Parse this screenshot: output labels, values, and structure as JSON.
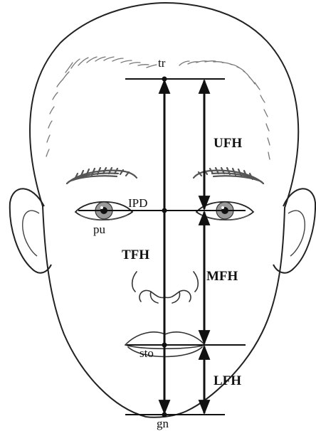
{
  "landmarks": {
    "tr": "tr",
    "ipd": "IPD",
    "pu": "pu",
    "sto": "sto",
    "gn": "gn"
  },
  "measurements": {
    "ufh": "UFH",
    "mfh": "MFH",
    "lfh": "LFH",
    "tfh": "TFH"
  },
  "colors": {
    "line": "#111111",
    "outline": "#222222",
    "hair": "#777777",
    "brow": "#555555",
    "iris": "#9a9a9a"
  }
}
